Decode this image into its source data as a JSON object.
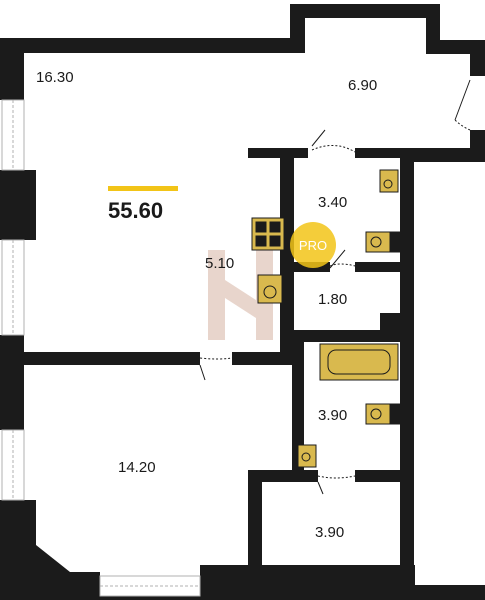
{
  "plan": {
    "total_area": "55.60",
    "rooms": [
      {
        "id": "living",
        "area": "16.30"
      },
      {
        "id": "balcony",
        "area": "6.90"
      },
      {
        "id": "bathroom",
        "area": "3.40"
      },
      {
        "id": "kitchen",
        "area": "5.10"
      },
      {
        "id": "hall",
        "area": "1.80"
      },
      {
        "id": "bedroom",
        "area": "14.20"
      },
      {
        "id": "bathroom2",
        "area": "3.90"
      },
      {
        "id": "corridor",
        "area": "3.90"
      }
    ],
    "watermark": {
      "text": "PRO"
    },
    "colors": {
      "wall": "#1b1b1b",
      "fixture": "#d9b94e",
      "accent": "#f2c417",
      "window": "#b0b0b0",
      "watermark": "#b06a4a"
    }
  }
}
